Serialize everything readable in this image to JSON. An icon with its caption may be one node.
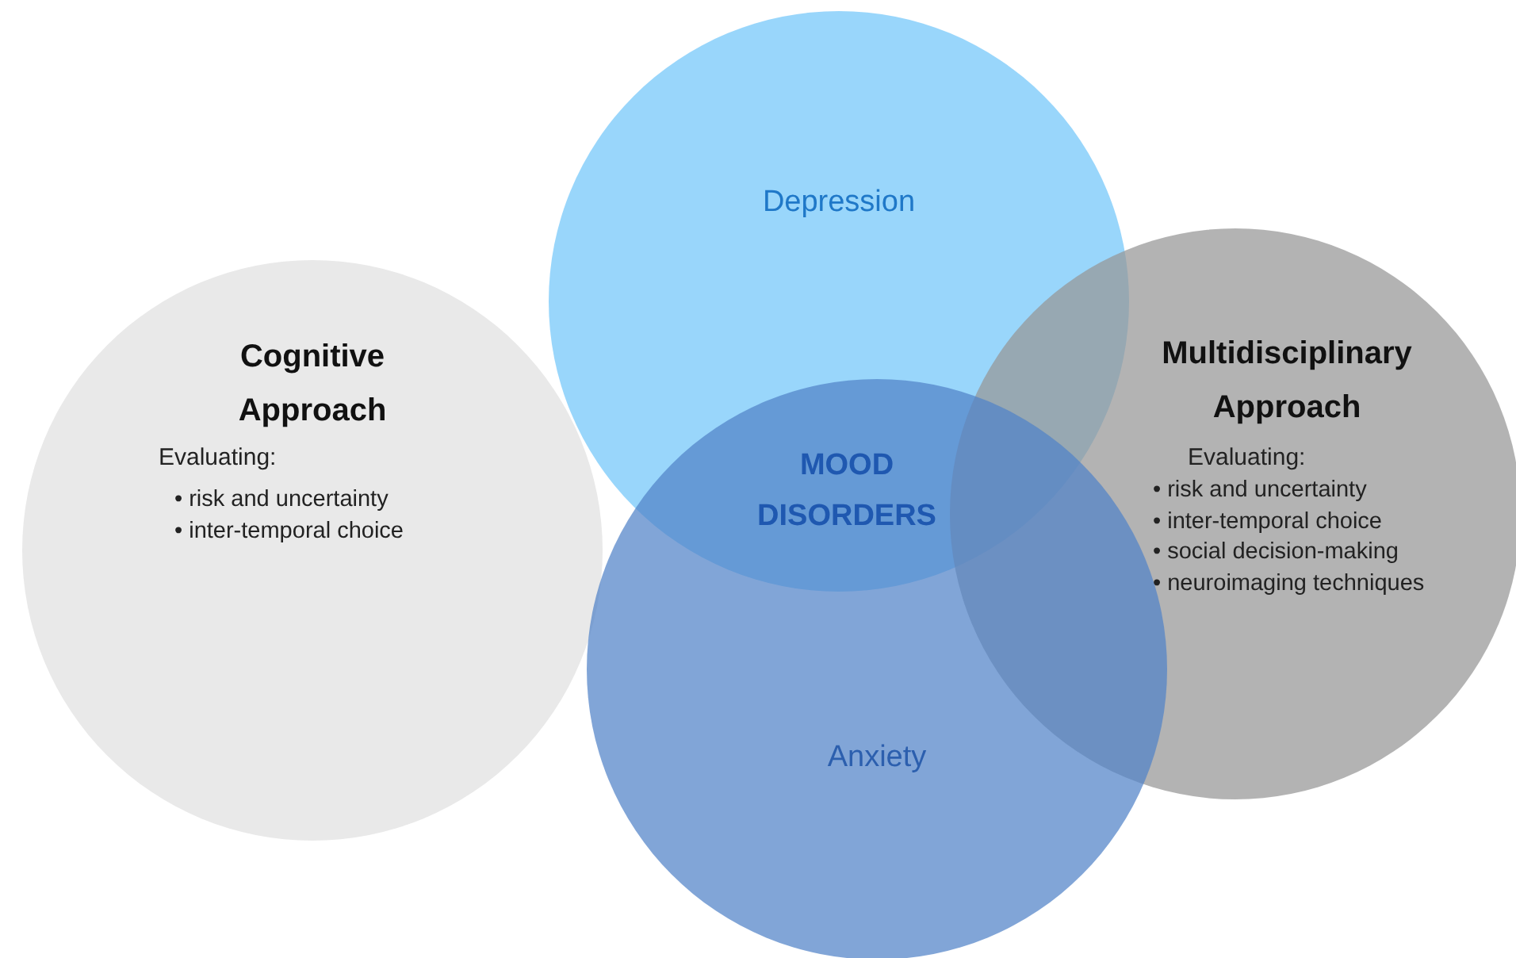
{
  "diagram": {
    "nodes": [
      {
        "text": [
          "Depression"
        ]
      },
      {
        "text": [
          "Cognitive Approach",
          "Evaluating:",
          "• risk and uncertainty",
          "• inter-temporal choice"
        ]
      },
      {
        "text": [
          "Multidisciplinary Approach",
          "Evaluating:",
          "• risk and uncertainty",
          "• inter-temporal choice",
          "• social decision-making",
          "• neuroimaging techniques"
        ]
      },
      {
        "text": [
          "Anxiety"
        ]
      }
    ],
    "labels": [
      "MOOD DISORDERS"
    ]
  }
}
